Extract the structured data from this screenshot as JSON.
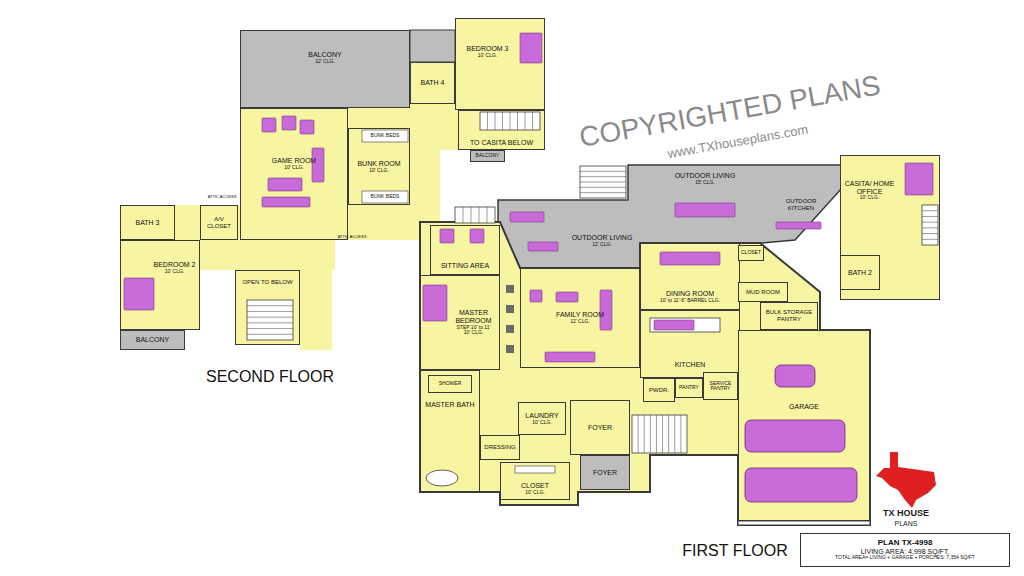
{
  "diagram": {
    "nodes": [
      {
        "text": [
          "BALCONY",
          "12' CLG."
        ]
      },
      {
        "text": [
          "BEDROOM 3",
          "10' CLG."
        ]
      },
      {
        "text": [
          "BATH 4"
        ]
      },
      {
        "text": [
          "TO CASITA BELOW"
        ]
      },
      {
        "text": [
          "BALCONY"
        ]
      },
      {
        "text": [
          "GAME ROOM",
          "10' CLG."
        ]
      },
      {
        "text": [
          "BUNK ROOM",
          "10' CLG."
        ]
      },
      {
        "text": [
          "BATH 3"
        ]
      },
      {
        "text": [
          "A/V CLOSET"
        ]
      },
      {
        "text": [
          "BEDROOM 2",
          "10' CLG."
        ]
      },
      {
        "text": [
          "BALCONY"
        ]
      },
      {
        "text": [
          "OPEN TO BELOW"
        ]
      },
      {
        "text": [
          "OUTDOOR LIVING",
          "15' CLG."
        ]
      },
      {
        "text": [
          "CASITA/ HOME OFFICE",
          "10' CLG."
        ]
      },
      {
        "text": [
          "OUTDOOR KITCHEN"
        ]
      },
      {
        "text": [
          "OUTDOOR LIVING",
          "12' CLG."
        ]
      },
      {
        "text": [
          "SITTING AREA"
        ]
      },
      {
        "text": [
          "MASTER BEDROOM",
          "STEP 10' to 11'",
          "10' CLG."
        ]
      },
      {
        "text": [
          "FAMILY ROOM",
          "12' CLG."
        ]
      },
      {
        "text": [
          "DINING ROOM",
          "10' to 11'-6\" BARREL CLG."
        ]
      },
      {
        "text": [
          "CLOSET"
        ]
      },
      {
        "text": [
          "MUD ROOM"
        ]
      },
      {
        "text": [
          "BULK STORAGE PANTRY"
        ]
      },
      {
        "text": [
          "BATH 2"
        ]
      },
      {
        "text": [
          "KITCHEN"
        ]
      },
      {
        "text": [
          "PWDR."
        ]
      },
      {
        "text": [
          "PANTRY"
        ]
      },
      {
        "text": [
          "SERVICE PANTRY"
        ]
      },
      {
        "text": [
          "GARAGE"
        ]
      },
      {
        "text": [
          "MASTER BATH"
        ]
      },
      {
        "text": [
          "SHOWER"
        ],
        "in": 29
      },
      {
        "text": [
          "LAUNDRY",
          "10' CLG."
        ]
      },
      {
        "text": [
          "DRESSING"
        ]
      },
      {
        "text": [
          "FOYER"
        ]
      },
      {
        "text": [
          "CLOSET",
          "10' CLG."
        ]
      },
      {
        "text": [
          "FOYER"
        ]
      },
      {
        "text": [
          "PLAN TX-4998",
          "LIVING AREA: 4,998 SQ/FT.",
          "TOTAL AREA= LIVING + GARAGE + PORCHES: 7,354 SQ/FT"
        ]
      }
    ],
    "labels": [
      "BUNK BEDS",
      "BUNK BEDS",
      "ATTIC ACCESS",
      "ATTIC ACCESS",
      "SECOND FLOOR",
      "FIRST FLOOR",
      "COPYRIGHTED PLANS",
      "www.TXhouseplans.com",
      "TX HOUSE",
      "PLANS"
    ]
  }
}
